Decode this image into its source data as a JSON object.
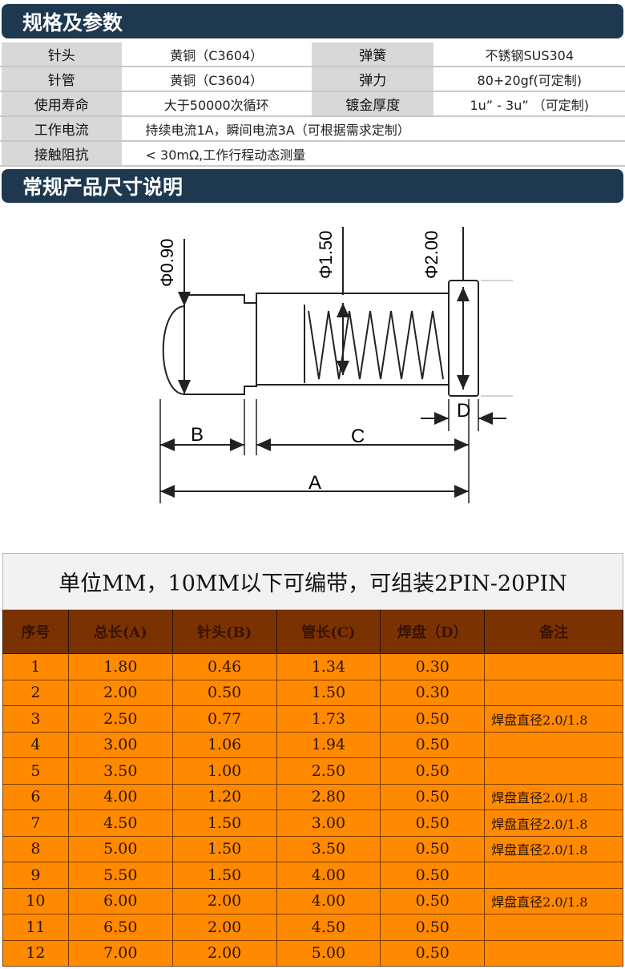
{
  "spec_section": {
    "title": "规格及参数",
    "rows": [
      [
        "针头",
        "黄铜（C3604）",
        "弹簧",
        "不锈钢SUS304"
      ],
      [
        "针管",
        "黄铜（C3604）",
        "弹力",
        "80+20gf(可定制)"
      ],
      [
        "使用寿命",
        "大于50000次循环",
        "镀金厚度",
        "1u”  -   3u”  （可定制)"
      ]
    ],
    "wide_rows": [
      [
        "工作电流",
        "持续电流1A，瞬间电流3A（可根据需求定制）"
      ],
      [
        "接触阻抗",
        "< 30mΩ,工作行程动态测量"
      ]
    ]
  },
  "dimension_section": {
    "title": "常规产品尺寸说明",
    "diagram": {
      "phi1": "Φ0.90",
      "phi2": "Φ1.50",
      "phi3": "Φ2.00",
      "a": "A",
      "b": "B",
      "c": "C",
      "d": "D"
    }
  },
  "size_table": {
    "title": "单位MM，10MM以下可编带，可组装2PIN-20PIN",
    "headers": [
      "序号",
      "总长(A)",
      "针头(B)",
      "管长(C)",
      "焊盘（D）",
      "备注"
    ],
    "rows": [
      [
        "1",
        "1.80",
        "0.46",
        "1.34",
        "0.30",
        ""
      ],
      [
        "2",
        "2.00",
        "0.50",
        "1.50",
        "0.30",
        ""
      ],
      [
        "3",
        "2.50",
        "0.77",
        "1.73",
        "0.50",
        "焊盘直径2.0/1.8"
      ],
      [
        "4",
        "3.00",
        "1.06",
        "1.94",
        "0.50",
        ""
      ],
      [
        "5",
        "3.50",
        "1.00",
        "2.50",
        "0.50",
        ""
      ],
      [
        "6",
        "4.00",
        "1.20",
        "2.80",
        "0.50",
        "焊盘直径2.0/1.8"
      ],
      [
        "7",
        "4.50",
        "1.50",
        "3.00",
        "0.50",
        "焊盘直径2.0/1.8"
      ],
      [
        "8",
        "5.00",
        "1.50",
        "3.50",
        "0.50",
        "焊盘直径2.0/1.8"
      ],
      [
        "9",
        "5.50",
        "1.50",
        "4.00",
        "0.50",
        ""
      ],
      [
        "10",
        "6.00",
        "2.00",
        "4.00",
        "0.50",
        "焊盘直径2.0/1.8"
      ],
      [
        "11",
        "6.50",
        "2.00",
        "4.50",
        "0.50",
        ""
      ],
      [
        "12",
        "7.00",
        "2.00",
        "5.00",
        "0.50",
        ""
      ]
    ]
  }
}
